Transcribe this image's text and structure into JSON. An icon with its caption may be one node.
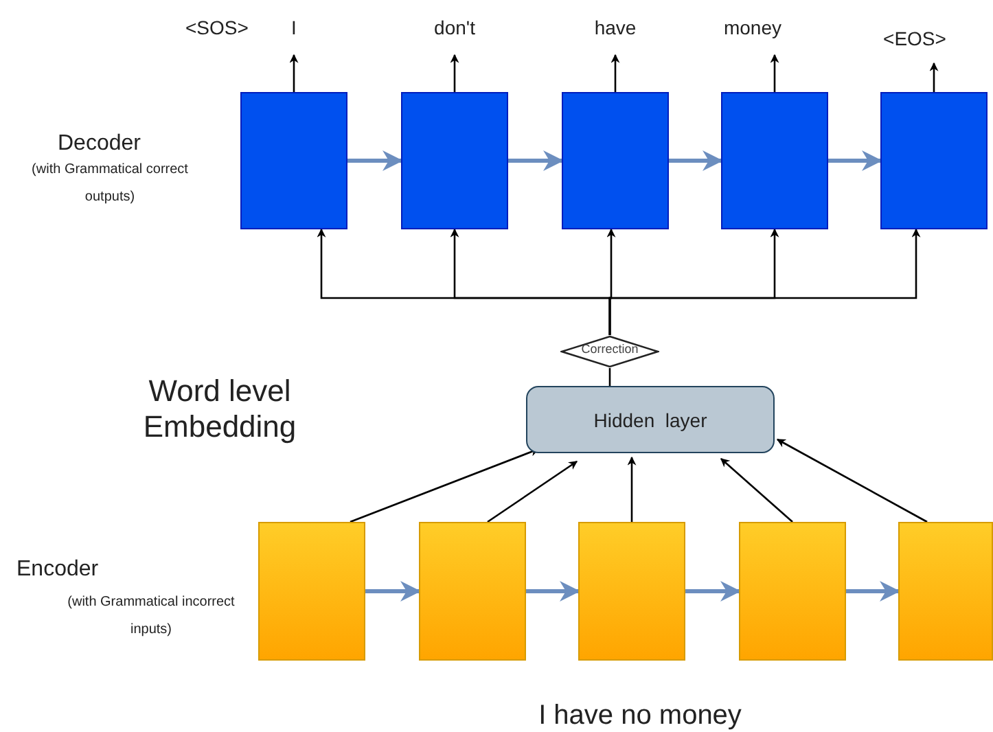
{
  "diagram": {
    "nodes": [
      {
        "text": [
          "I"
        ]
      },
      {
        "text": [
          "don't"
        ]
      },
      {
        "text": [
          "have"
        ]
      },
      {
        "text": [
          "money"
        ]
      },
      {
        "text": [
          "<EOS>"
        ]
      },
      {
        "text": [],
        "shape": "box"
      },
      {
        "text": [],
        "shape": "box"
      },
      {
        "text": [],
        "shape": "box"
      },
      {
        "text": [],
        "shape": "box"
      },
      {
        "text": [],
        "shape": "box"
      },
      {
        "text": [
          "Correction"
        ]
      },
      {
        "text": [
          "Hidden  layer"
        ]
      },
      {
        "text": [],
        "shape": "box"
      },
      {
        "text": [],
        "shape": "box"
      },
      {
        "text": [],
        "shape": "box"
      },
      {
        "text": [],
        "shape": "box"
      },
      {
        "text": [],
        "shape": "box"
      }
    ],
    "edges": [
      {
        "from": 5,
        "to": 6,
        "arrow": "to",
        "style": "thick",
        "color": "#6c8ebf"
      },
      {
        "from": 6,
        "to": 7,
        "arrow": "to",
        "style": "thick",
        "color": "#6c8ebf"
      },
      {
        "from": 7,
        "to": 8,
        "arrow": "to",
        "style": "thick",
        "color": "#6c8ebf"
      },
      {
        "from": 8,
        "to": 9,
        "arrow": "to",
        "style": "thick",
        "color": "#6c8ebf"
      },
      {
        "from": 5,
        "to": 0,
        "arrow": "to"
      },
      {
        "from": 6,
        "to": 1,
        "arrow": "to"
      },
      {
        "from": 7,
        "to": 2,
        "arrow": "to"
      },
      {
        "from": 8,
        "to": 3,
        "arrow": "to"
      },
      {
        "from": 9,
        "to": 4,
        "arrow": "to"
      },
      {
        "from": 10,
        "to": 5,
        "arrow": "to"
      },
      {
        "from": 10,
        "to": 6,
        "arrow": "to"
      },
      {
        "from": 10,
        "to": 7,
        "arrow": "to"
      },
      {
        "from": 10,
        "to": 8,
        "arrow": "to"
      },
      {
        "from": 10,
        "to": 9,
        "arrow": "to"
      },
      {
        "from": 11,
        "to": 10,
        "arrow": "none"
      },
      {
        "from": 12,
        "to": 13,
        "arrow": "to",
        "style": "thick",
        "color": "#6c8ebf"
      },
      {
        "from": 13,
        "to": 14,
        "arrow": "to",
        "style": "thick",
        "color": "#6c8ebf"
      },
      {
        "from": 14,
        "to": 15,
        "arrow": "to",
        "style": "thick",
        "color": "#6c8ebf"
      },
      {
        "from": 15,
        "to": 16,
        "arrow": "to",
        "style": "thick",
        "color": "#6c8ebf"
      },
      {
        "from": 12,
        "to": 11,
        "arrow": "to"
      },
      {
        "from": 13,
        "to": 11,
        "arrow": "to"
      },
      {
        "from": 14,
        "to": 11,
        "arrow": "to"
      },
      {
        "from": 15,
        "to": 11,
        "arrow": "to"
      },
      {
        "from": 16,
        "to": 11,
        "arrow": "to"
      }
    ],
    "labels": [
      "<SOS>",
      "Decoder",
      "(with Grammatical correct outputs)",
      "Word level Embedding",
      "Encoder",
      "(with Grammatical incorrect inputs)",
      "I have no money"
    ]
  }
}
